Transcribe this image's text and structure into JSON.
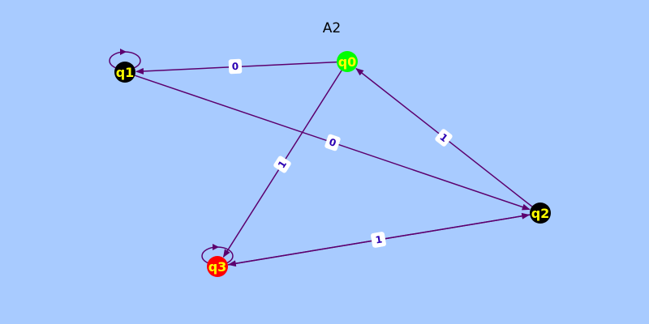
{
  "diagram": {
    "title": "A2",
    "colors": {
      "background": "#a8cbff",
      "edge": "#5c006e",
      "label_box": "#ffffff",
      "label_text": "#2b00b3",
      "start_fill": "#00ff00",
      "accept_fill": "#ff0000",
      "normal_fill": "#000000",
      "node_text": "#ffff00"
    },
    "nodes": [
      {
        "id": "q0",
        "label": "q0",
        "role": "start",
        "fill": "#00ff00"
      },
      {
        "id": "q1",
        "label": "q1",
        "role": "normal",
        "fill": "#000000"
      },
      {
        "id": "q2",
        "label": "q2",
        "role": "normal",
        "fill": "#000000"
      },
      {
        "id": "q3",
        "label": "q3",
        "role": "accept",
        "fill": "#ff0000"
      }
    ],
    "edges": [
      {
        "from": "q0",
        "to": "q1",
        "label": "0"
      },
      {
        "from": "q0",
        "to": "q3",
        "label": "1"
      },
      {
        "from": "q1",
        "to": "q2",
        "label": "0"
      },
      {
        "from": "q2",
        "to": "q0",
        "label": "1"
      },
      {
        "from": "q2",
        "to": "q3",
        "label": "1"
      },
      {
        "from": "q3",
        "to": "q2",
        "label": "1"
      },
      {
        "from": "q1",
        "to": "q1",
        "label": ""
      },
      {
        "from": "q3",
        "to": "q3",
        "label": ""
      }
    ]
  }
}
